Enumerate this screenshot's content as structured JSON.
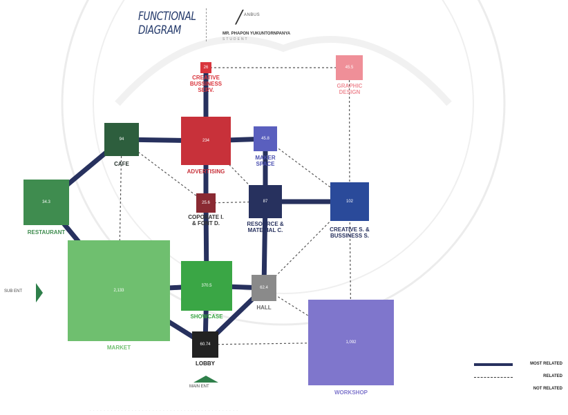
{
  "header": {
    "title_line1": "FUNCTIONAL",
    "title_line2": "DIAGRAM",
    "logo_mark": "/",
    "logo_small": "ANBUS",
    "author": "MR. PHAPON  YUKUNTORNPANYA",
    "student": "STUDENT"
  },
  "nodes": [
    {
      "id": "creative-bussiness-serv",
      "value": "26",
      "label": "CREATIVE\nBUSSINESS\nSERV.",
      "color": "#d9353d",
      "label_color": "#d9353d"
    },
    {
      "id": "graphic-design",
      "value": "45.5",
      "label": "GRAPHIC\nDESIGN",
      "color": "#ef8f98",
      "label_color": "#ef8f98"
    },
    {
      "id": "cafe",
      "value": "94",
      "label": "CAFE",
      "color": "#2d5e3d",
      "label_color": "#1d2a24"
    },
    {
      "id": "advertising",
      "value": "234",
      "label": "ADVERTISING",
      "color": "#c8313a",
      "label_color": "#c8313a"
    },
    {
      "id": "maker-space",
      "value": "45.8",
      "label": "MAKER\nSPACE",
      "color": "#5a5fbe",
      "label_color": "#4a4fb0"
    },
    {
      "id": "restaurant",
      "value": "34.3",
      "label": "RESTAURANT",
      "color": "#3f8c4f",
      "label_color": "#3f8c4f"
    },
    {
      "id": "coporate-font",
      "value": "25.6",
      "label": "COPORATE I.\n& FONT D.",
      "color": "#8a2a33",
      "label_color": "#333333"
    },
    {
      "id": "resource-material",
      "value": "87",
      "label": "RESOURCE &\nMATERIAL C.",
      "color": "#27315e",
      "label_color": "#27315e"
    },
    {
      "id": "creative-s-bussiness-s",
      "value": "102",
      "label": "CREATIVE S. &\nBUSSINESS S.",
      "color": "#2a4a9a",
      "label_color": "#27315e"
    },
    {
      "id": "market",
      "value": "2,133",
      "label": "MARKET",
      "color": "#6fbf6f",
      "label_color": "#6fbf6f"
    },
    {
      "id": "showcase",
      "value": "370.5",
      "label": "SHOWCASE",
      "color": "#3aa645",
      "label_color": "#3aa645"
    },
    {
      "id": "hall",
      "value": "62.4",
      "label": "HALL",
      "color": "#8a8a8a",
      "label_color": "#666666"
    },
    {
      "id": "lobby",
      "value": "60.74",
      "label": "LOBBY",
      "color": "#222222",
      "label_color": "#222222"
    },
    {
      "id": "workshop",
      "value": "1,092",
      "label": "WORKSHOP",
      "color": "#7f76cc",
      "label_color": "#7f76cc"
    }
  ],
  "edges": [
    {
      "from": "cafe",
      "to": "advertising",
      "type": "most"
    },
    {
      "from": "cafe",
      "to": "restaurant",
      "type": "most"
    },
    {
      "from": "restaurant",
      "to": "market",
      "type": "most"
    },
    {
      "from": "cafe",
      "to": "coporate-font",
      "type": "related"
    },
    {
      "from": "cafe",
      "to": "market",
      "type": "related"
    },
    {
      "from": "advertising",
      "to": "maker-space",
      "type": "most"
    },
    {
      "from": "advertising",
      "to": "coporate-font",
      "type": "most"
    },
    {
      "from": "advertising",
      "to": "creative-bussiness-serv",
      "type": "most"
    },
    {
      "from": "advertising",
      "to": "resource-material",
      "type": "related"
    },
    {
      "from": "creative-bussiness-serv",
      "to": "graphic-design",
      "type": "related"
    },
    {
      "from": "graphic-design",
      "to": "creative-s-bussiness-s",
      "type": "related"
    },
    {
      "from": "maker-space",
      "to": "resource-material",
      "type": "most"
    },
    {
      "from": "maker-space",
      "to": "creative-s-bussiness-s",
      "type": "related"
    },
    {
      "from": "resource-material",
      "to": "creative-s-bussiness-s",
      "type": "most"
    },
    {
      "from": "resource-material",
      "to": "hall",
      "type": "most"
    },
    {
      "from": "coporate-font",
      "to": "showcase",
      "type": "most"
    },
    {
      "from": "coporate-font",
      "to": "resource-material",
      "type": "related"
    },
    {
      "from": "market",
      "to": "showcase",
      "type": "most"
    },
    {
      "from": "market",
      "to": "lobby",
      "type": "most"
    },
    {
      "from": "showcase",
      "to": "hall",
      "type": "most"
    },
    {
      "from": "showcase",
      "to": "lobby",
      "type": "most"
    },
    {
      "from": "hall",
      "to": "lobby",
      "type": "most"
    },
    {
      "from": "hall",
      "to": "workshop",
      "type": "related"
    },
    {
      "from": "creative-s-bussiness-s",
      "to": "hall",
      "type": "related"
    },
    {
      "from": "creative-s-bussiness-s",
      "to": "workshop",
      "type": "related"
    },
    {
      "from": "lobby",
      "to": "workshop",
      "type": "related"
    }
  ],
  "entries": {
    "sub_ent": "SUB ENT",
    "main_ent": "MAIN ENT"
  },
  "legend": {
    "most_related": "MOST RELATED",
    "related": "RELATED",
    "not_related": "NOT RELATED"
  },
  "colors": {
    "most_related_line": "#27315e",
    "related_line": "#555555",
    "entry_arrow": "#2e7f4a",
    "title": "#243a6b"
  }
}
